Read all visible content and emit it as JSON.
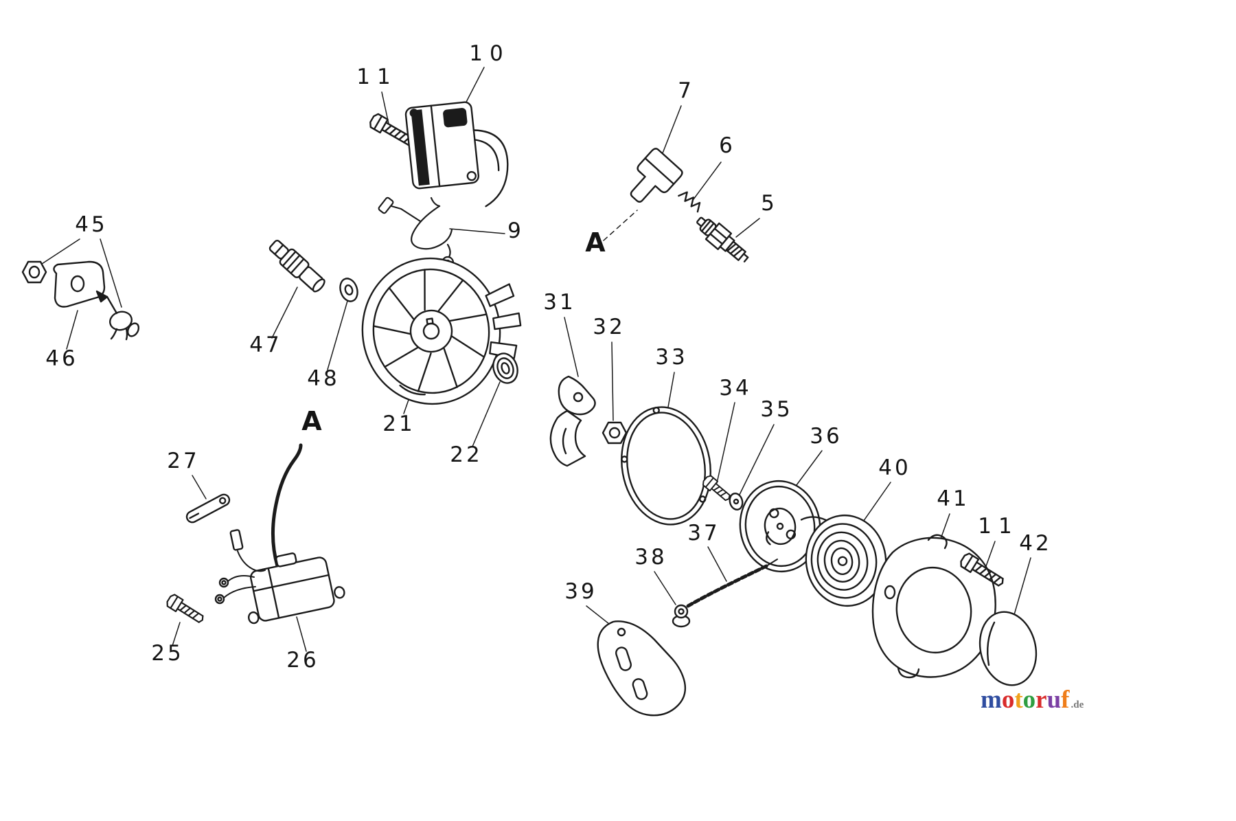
{
  "labels": {
    "p5": "5",
    "p6": "6",
    "p7": "7",
    "p9": "9",
    "p10": "10",
    "p11a": "11",
    "p11b": "11",
    "p21": "21",
    "p22": "22",
    "p25": "25",
    "p26": "26",
    "p27": "27",
    "p31": "31",
    "p32": "32",
    "p33": "33",
    "p34": "34",
    "p35": "35",
    "p36": "36",
    "p37": "37",
    "p38": "38",
    "p39": "39",
    "p40": "40",
    "p41": "41",
    "p42": "42",
    "p45": "45",
    "p46": "46",
    "p47": "47",
    "p48": "48",
    "a1": "A",
    "a2": "A"
  },
  "watermark": {
    "letters": [
      {
        "char": "m",
        "color": "#2f4da0"
      },
      {
        "char": "o",
        "color": "#d92b2b"
      },
      {
        "char": "t",
        "color": "#f0a11c"
      },
      {
        "char": "o",
        "color": "#2f9e41"
      },
      {
        "char": "r",
        "color": "#d92b2b"
      },
      {
        "char": "u",
        "color": "#7b3fa3"
      },
      {
        "char": "f",
        "color": "#ef7d1a"
      }
    ],
    "suffix": ".de"
  },
  "colors": {
    "ink": "#1b1b1b",
    "paper": "#ffffff"
  }
}
